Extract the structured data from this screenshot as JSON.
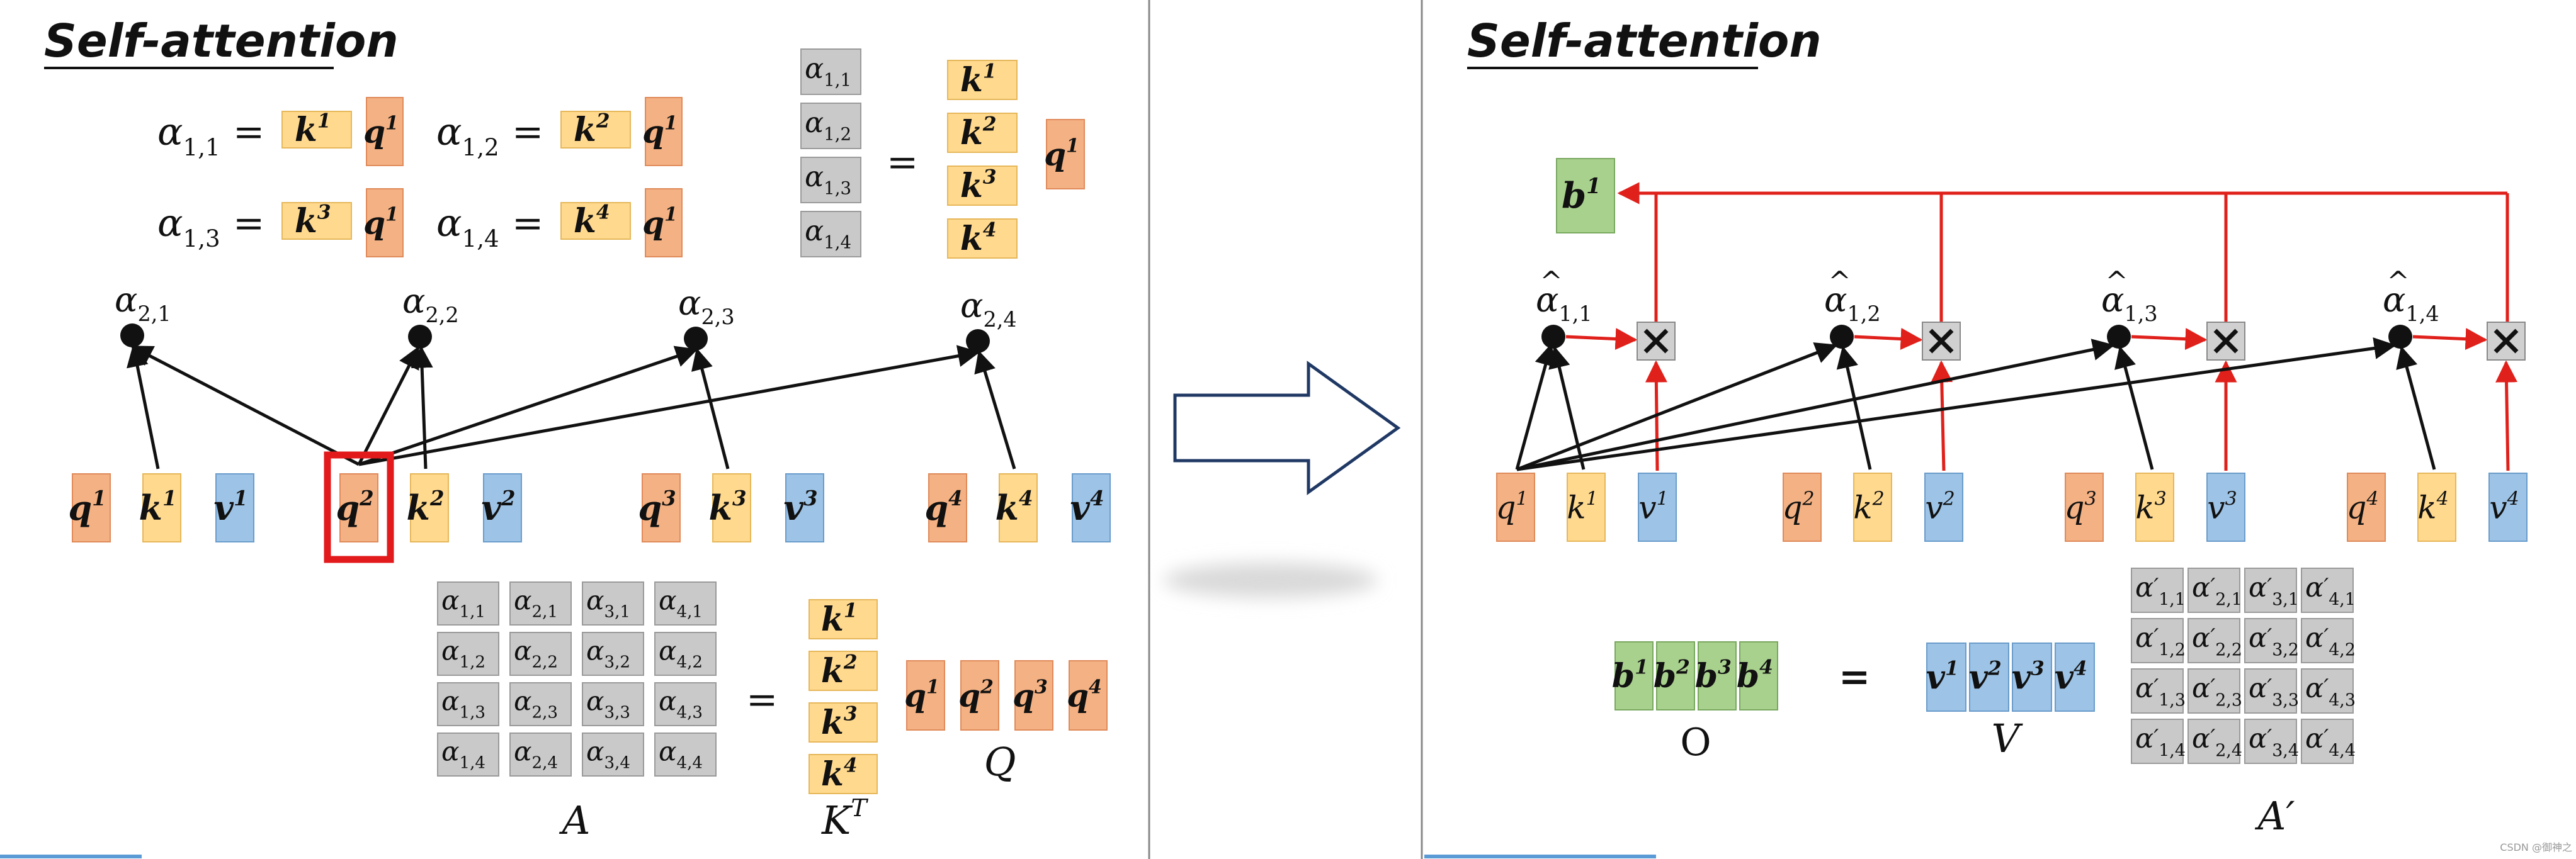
{
  "left_slide": {
    "title": "Self-attention",
    "equations": {
      "a11": {
        "sym": "α",
        "sub": "1,1",
        "eq": "=",
        "k": "1",
        "q": "1"
      },
      "a12": {
        "sym": "α",
        "sub": "1,2",
        "eq": "=",
        "k": "2",
        "q": "1"
      },
      "a13": {
        "sym": "α",
        "sub": "1,3",
        "eq": "=",
        "k": "3",
        "q": "1"
      },
      "a14": {
        "sym": "α",
        "sub": "1,4",
        "eq": "=",
        "k": "4",
        "q": "1"
      }
    },
    "stack_alpha": [
      "1,1",
      "1,2",
      "1,3",
      "1,4"
    ],
    "stack_k": [
      "1",
      "2",
      "3",
      "4"
    ],
    "stack_eq": "=",
    "stack_q": "1",
    "attn_labels": [
      "2,1",
      "2,2",
      "2,3",
      "2,4"
    ],
    "tokens": [
      {
        "q": "1",
        "k": "1",
        "v": "1"
      },
      {
        "q": "2",
        "k": "2",
        "v": "2"
      },
      {
        "q": "3",
        "k": "3",
        "v": "3"
      },
      {
        "q": "4",
        "k": "4",
        "v": "4"
      }
    ],
    "highlighted_token": "q2",
    "matrix_A": [
      [
        "1,1",
        "2,1",
        "3,1",
        "4,1"
      ],
      [
        "1,2",
        "2,2",
        "3,2",
        "4,2"
      ],
      [
        "1,3",
        "2,3",
        "3,3",
        "4,3"
      ],
      [
        "1,4",
        "2,4",
        "3,4",
        "4,4"
      ]
    ],
    "matrix_eq": "=",
    "kt_column": [
      "1",
      "2",
      "3",
      "4"
    ],
    "q_row": [
      "1",
      "2",
      "3",
      "4"
    ],
    "label_A": "A",
    "label_KT": "K",
    "label_KT_sup": "T",
    "label_Q": "Q"
  },
  "right_slide": {
    "title": "Self-attention",
    "b_label": "1",
    "hat_labels": [
      "1,1",
      "1,2",
      "1,3",
      "1,4"
    ],
    "tokens": [
      {
        "q": "1",
        "k": "1",
        "v": "1"
      },
      {
        "q": "2",
        "k": "2",
        "v": "2"
      },
      {
        "q": "3",
        "k": "3",
        "v": "3"
      },
      {
        "q": "4",
        "k": "4",
        "v": "4"
      }
    ],
    "output_b": [
      "1",
      "2",
      "3",
      "4"
    ],
    "label_O": "O",
    "eq": "=",
    "v_row": [
      "1",
      "2",
      "3",
      "4"
    ],
    "label_V": "V",
    "matrix_A_prime": [
      [
        "1,1",
        "2,1",
        "3,1",
        "4,1"
      ],
      [
        "1,2",
        "2,2",
        "3,2",
        "4,2"
      ],
      [
        "1,3",
        "2,3",
        "3,3",
        "4,3"
      ],
      [
        "1,4",
        "2,4",
        "3,4",
        "4,4"
      ]
    ],
    "label_A_prime": "A′",
    "watermark": "CSDN @御神之"
  },
  "colors": {
    "q_fill": "#F4B183",
    "q_stroke": "#E08A5A",
    "k_fill": "#FFD98E",
    "k_stroke": "#E6B75A",
    "v_fill": "#9DC3E6",
    "v_stroke": "#6A9CCB",
    "b_fill": "#A9D18E",
    "b_stroke": "#78A85E",
    "alpha_fill": "#C9C9C9",
    "alpha_stroke": "#9A9A9A",
    "arrow_red": "#E0201B",
    "highlight_red": "#E31A1C",
    "accent_blue": "#5B9BD5",
    "divider": "#888888"
  }
}
